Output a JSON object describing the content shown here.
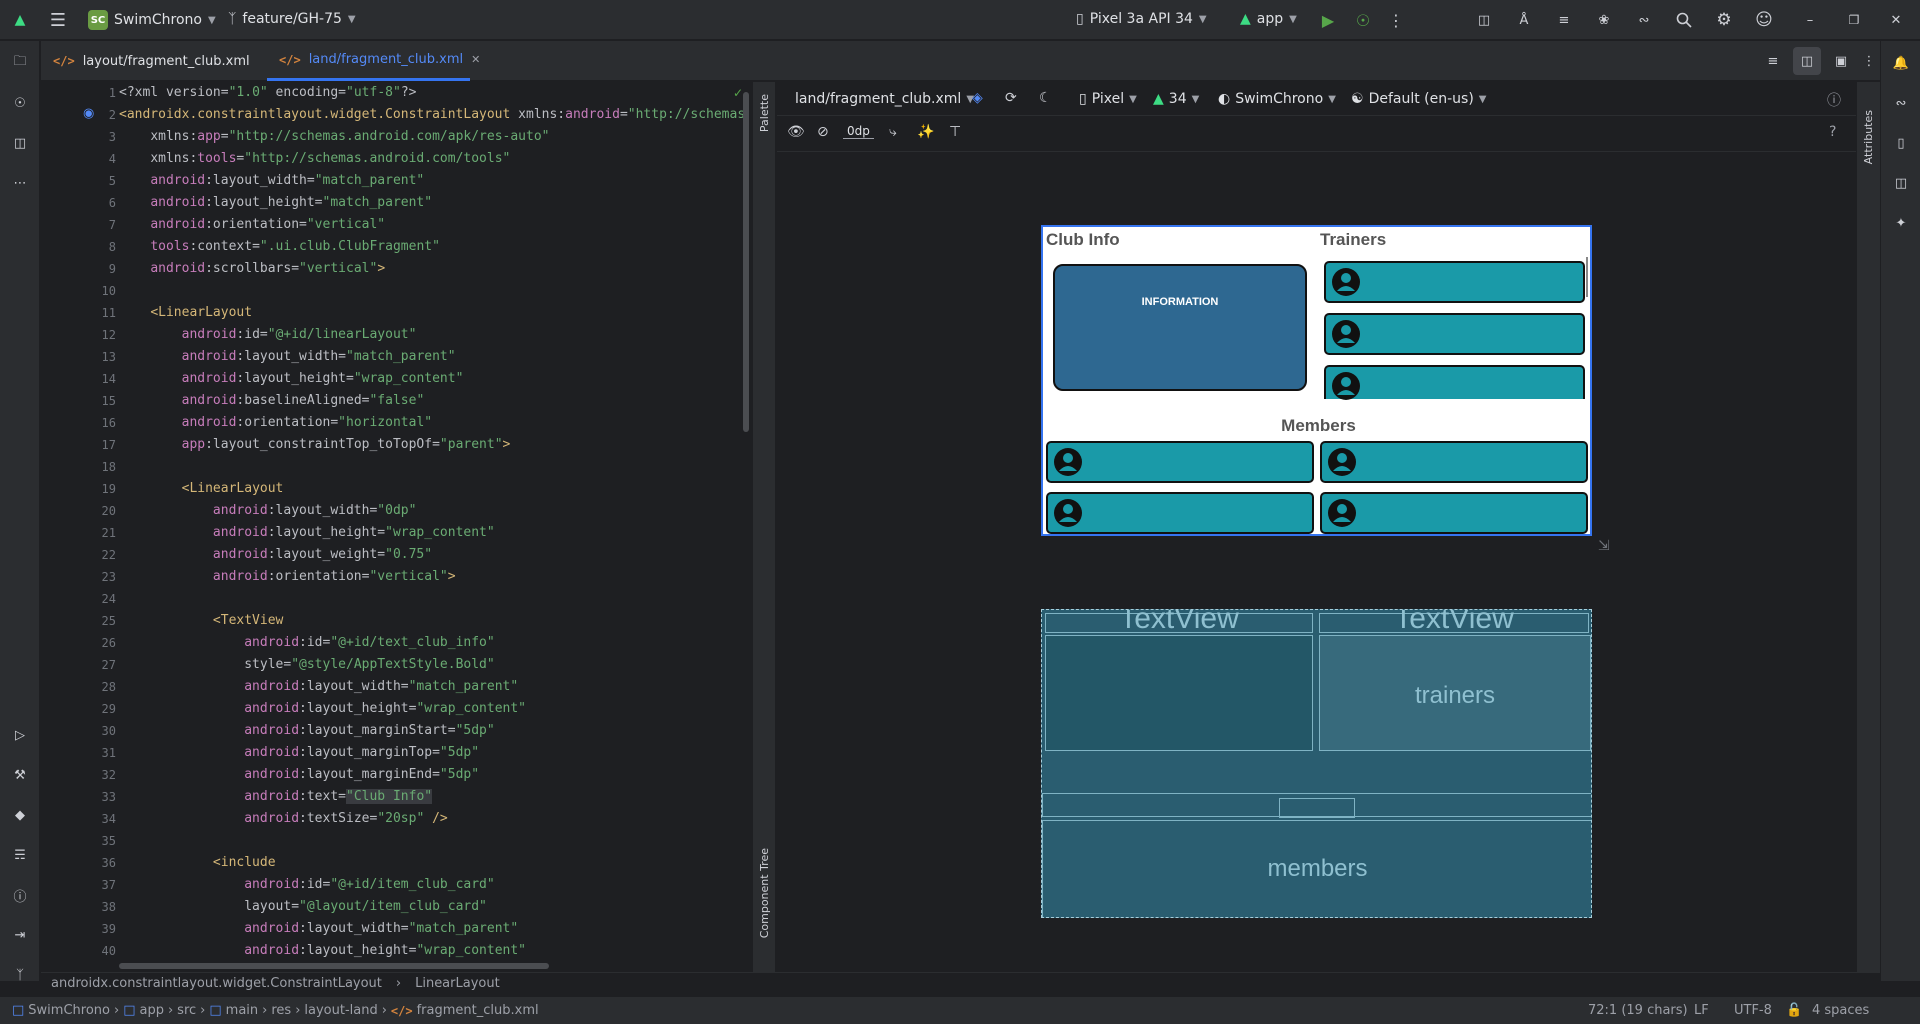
{
  "titlebar": {
    "project_badge": "SC",
    "project_name": "SwimChrono",
    "branch": "feature/GH-75",
    "device": "Pixel 3a API 34",
    "run_config": "app"
  },
  "tabs": [
    {
      "label": "layout/fragment_club.xml",
      "active": false
    },
    {
      "label": "land/fragment_club.xml",
      "active": true
    }
  ],
  "editor": {
    "line_numbers": [
      "1",
      "2",
      "3",
      "4",
      "5",
      "6",
      "7",
      "8",
      "9",
      "10",
      "11",
      "12",
      "13",
      "14",
      "15",
      "16",
      "17",
      "18",
      "19",
      "20",
      "21",
      "22",
      "23",
      "24",
      "25",
      "26",
      "27",
      "28",
      "29",
      "30",
      "31",
      "32",
      "33",
      "34",
      "35",
      "36",
      "37",
      "38",
      "39",
      "40"
    ]
  },
  "side_panels": {
    "palette": "Palette",
    "component_tree": "Component Tree",
    "attributes": "Attributes"
  },
  "design_toolbar": {
    "file": "land/fragment_club.xml",
    "device": "Pixel",
    "api": "34",
    "theme": "SwimChrono",
    "locale": "Default (en-us)",
    "margin": "0dp"
  },
  "preview": {
    "club_info": "Club Info",
    "trainers": "Trainers",
    "information": "INFORMATION",
    "members": "Members"
  },
  "blueprint": {
    "textview_1": "TextView",
    "textview_2": "TextView",
    "trainers": "trainers",
    "members": "members"
  },
  "breadcrumb": [
    "androidx.constraintlayout.widget.ConstraintLayout",
    "LinearLayout"
  ],
  "path": [
    "SwimChrono",
    "app",
    "src",
    "main",
    "res",
    "layout-land",
    "fragment_club.xml"
  ],
  "status": {
    "position": "72:1 (19 chars)",
    "line_sep": "LF",
    "encoding": "UTF-8",
    "indent": "4 spaces"
  },
  "colors": {
    "accent": "#3574f0",
    "info_card": "#2e6891",
    "person_card": "#1a9aa8",
    "blueprint": "#2a5d70"
  }
}
